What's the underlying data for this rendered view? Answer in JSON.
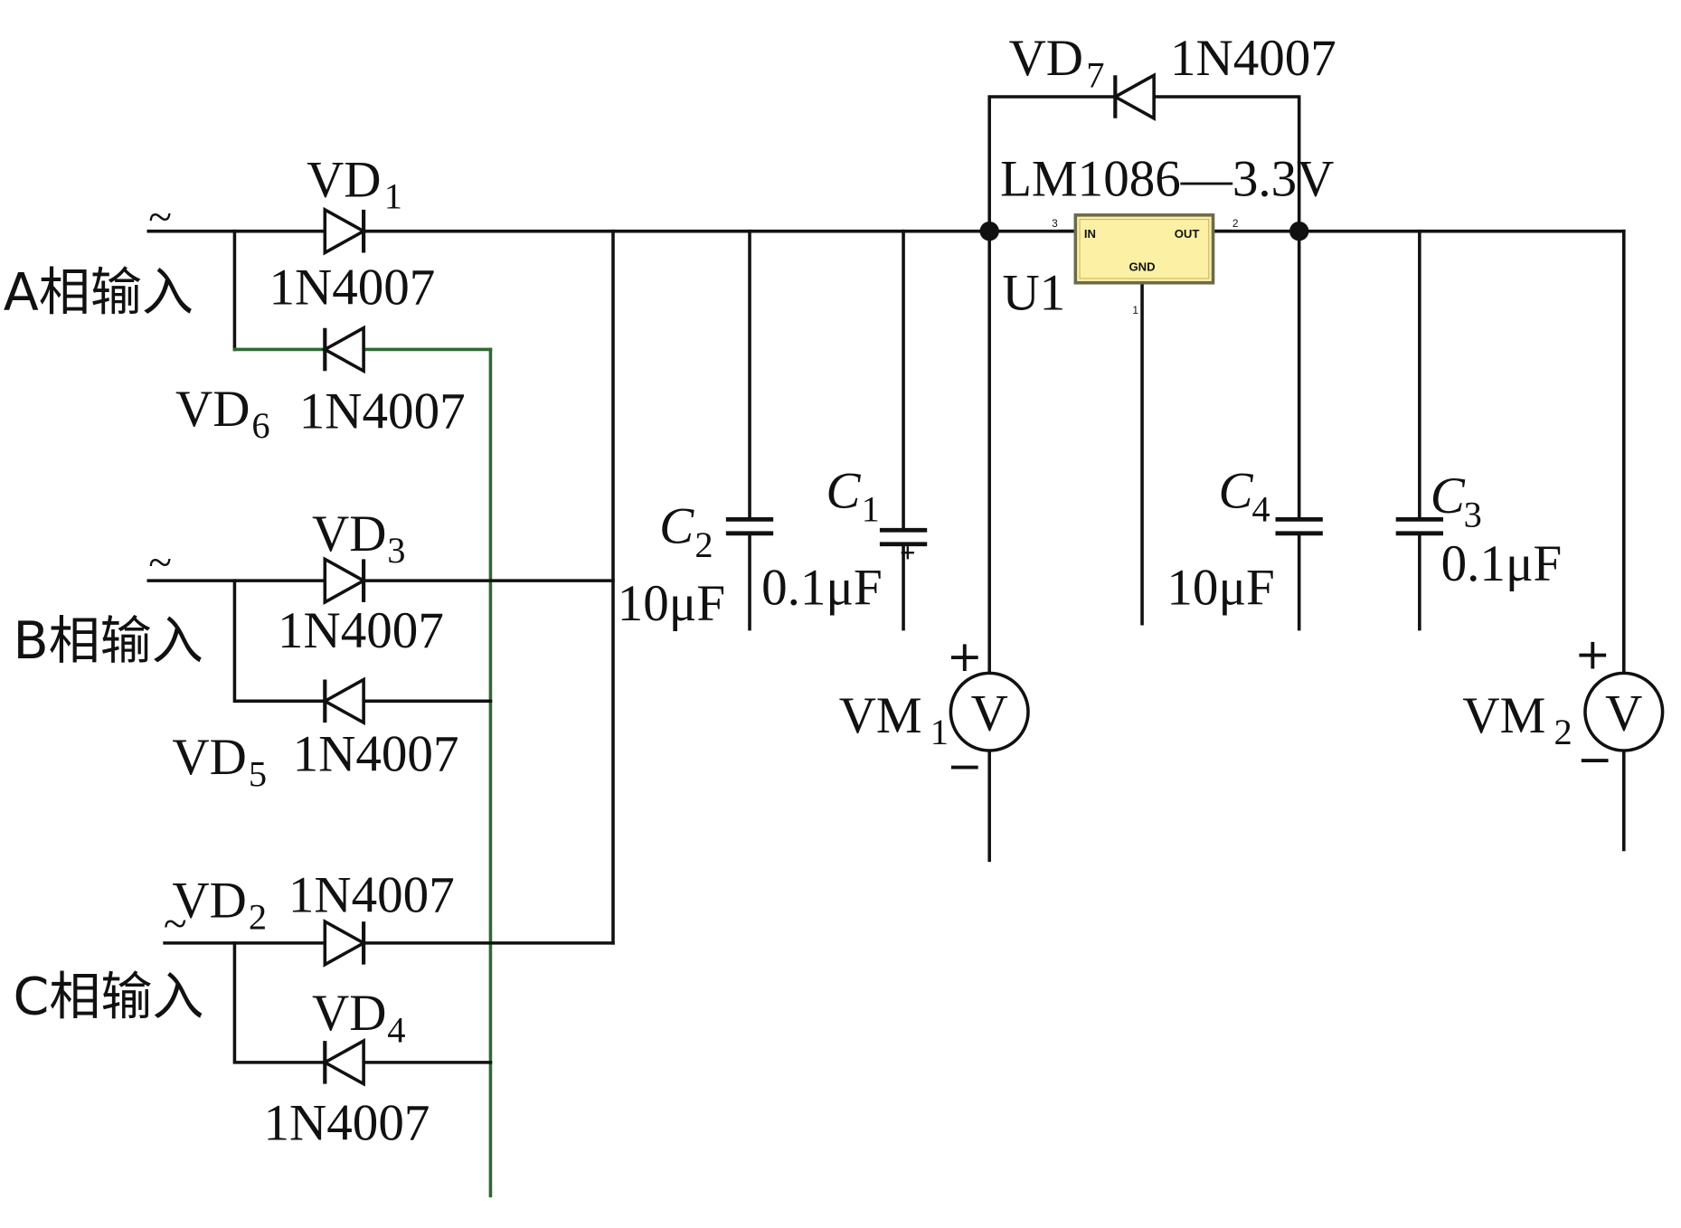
{
  "input_symbol": "~",
  "phase_inputs": {
    "a": "A相输入",
    "b": "B相输入",
    "c": "C相输入"
  },
  "diodes": {
    "vd1": {
      "name": "VD",
      "sub": "1",
      "part": "1N4007"
    },
    "vd2": {
      "name": "VD",
      "sub": "2",
      "part": "1N4007"
    },
    "vd3": {
      "name": "VD",
      "sub": "3",
      "part": "1N4007"
    },
    "vd4": {
      "name": "VD",
      "sub": "4",
      "part": "1N4007"
    },
    "vd5": {
      "name": "VD",
      "sub": "5",
      "part": "1N4007"
    },
    "vd6": {
      "name": "VD",
      "sub": "6",
      "part": "1N4007"
    },
    "vd7": {
      "name": "VD",
      "sub": "7",
      "part": "1N4007"
    }
  },
  "regulator": {
    "title": "LM1086—3.3V",
    "ref": "U1",
    "pin_in": "IN",
    "pin_out": "OUT",
    "pin_gnd": "GND",
    "pin_in_number": "3",
    "pin_out_number": "2",
    "pin_gnd_number": "1"
  },
  "capacitors": {
    "c1": {
      "name": "C",
      "sub": "1",
      "value": "0.1μF"
    },
    "c2": {
      "name": "C",
      "sub": "2",
      "value": "10μF"
    },
    "c3": {
      "name": "C",
      "sub": "3",
      "value": "0.1μF"
    },
    "c4": {
      "name": "C",
      "sub": "4",
      "value": "10μF"
    }
  },
  "meters": {
    "vm1": {
      "name": "VM",
      "sub": "1",
      "symbol": "V",
      "plus": "+",
      "minus": "−"
    },
    "vm2": {
      "name": "VM",
      "sub": "2",
      "symbol": "V",
      "plus": "+",
      "minus": "−"
    }
  },
  "icons": {
    "ground": "ground-icon",
    "diode": "diode-icon",
    "capacitor": "capacitor-icon",
    "voltmeter": "voltmeter-icon",
    "junction": "junction-dot-icon"
  },
  "colors": {
    "wire": "#111111",
    "wire_green": "#2e6a34",
    "regulator_fill": "#fcf0a4",
    "regulator_border": "#6b6b4a"
  }
}
